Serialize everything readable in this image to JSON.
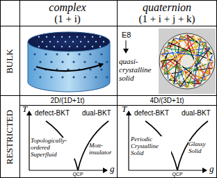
{
  "diagram": {
    "labels": [
      "complex",
      "(1 + i)",
      "quaternion",
      "(1 + i + j + k)",
      "BULK",
      "E8",
      "quasi-crystalline solid",
      "RESTRICTED",
      "2D/(1D+1t)",
      "4D/(3D+1t)",
      "T",
      "defect-BKT",
      "dual-BKT",
      "Topologically-ordered Superfluid",
      "Mott-insulator",
      "QCP",
      "g",
      "T",
      "defect-BKT",
      "dual-BKT",
      "Periodic Crystalline Solid",
      "Glassy Solid",
      "QCP",
      "g"
    ]
  }
}
